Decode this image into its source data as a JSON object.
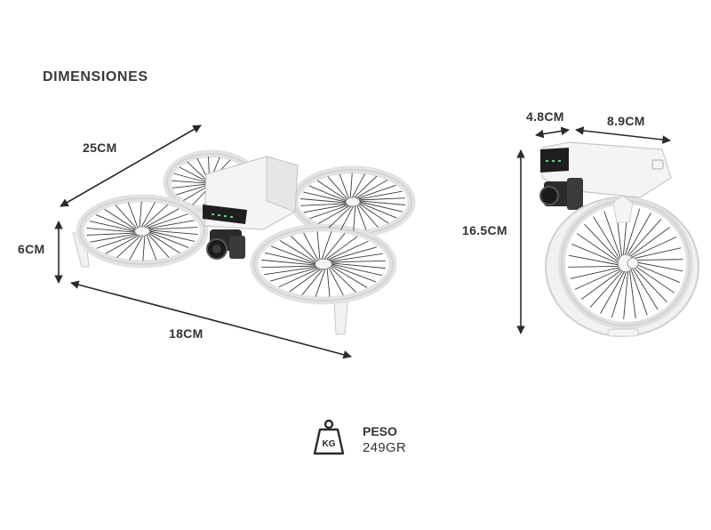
{
  "title": "DIMENSIONES",
  "unfolded": {
    "length_label": "25CM",
    "height_label": "6CM",
    "width_label": "18CM"
  },
  "folded": {
    "depth_label": "4.8CM",
    "width_label": "8.9CM",
    "height_label": "16.5CM"
  },
  "weight": {
    "icon": "kg-weight-icon",
    "icon_text": "KG",
    "label": "PESO",
    "value": "249GR"
  },
  "colors": {
    "text": "#333333",
    "drone_body": "#efefef",
    "drone_outline": "#cfcfcf",
    "dimension_line": "#2a2a2a"
  }
}
